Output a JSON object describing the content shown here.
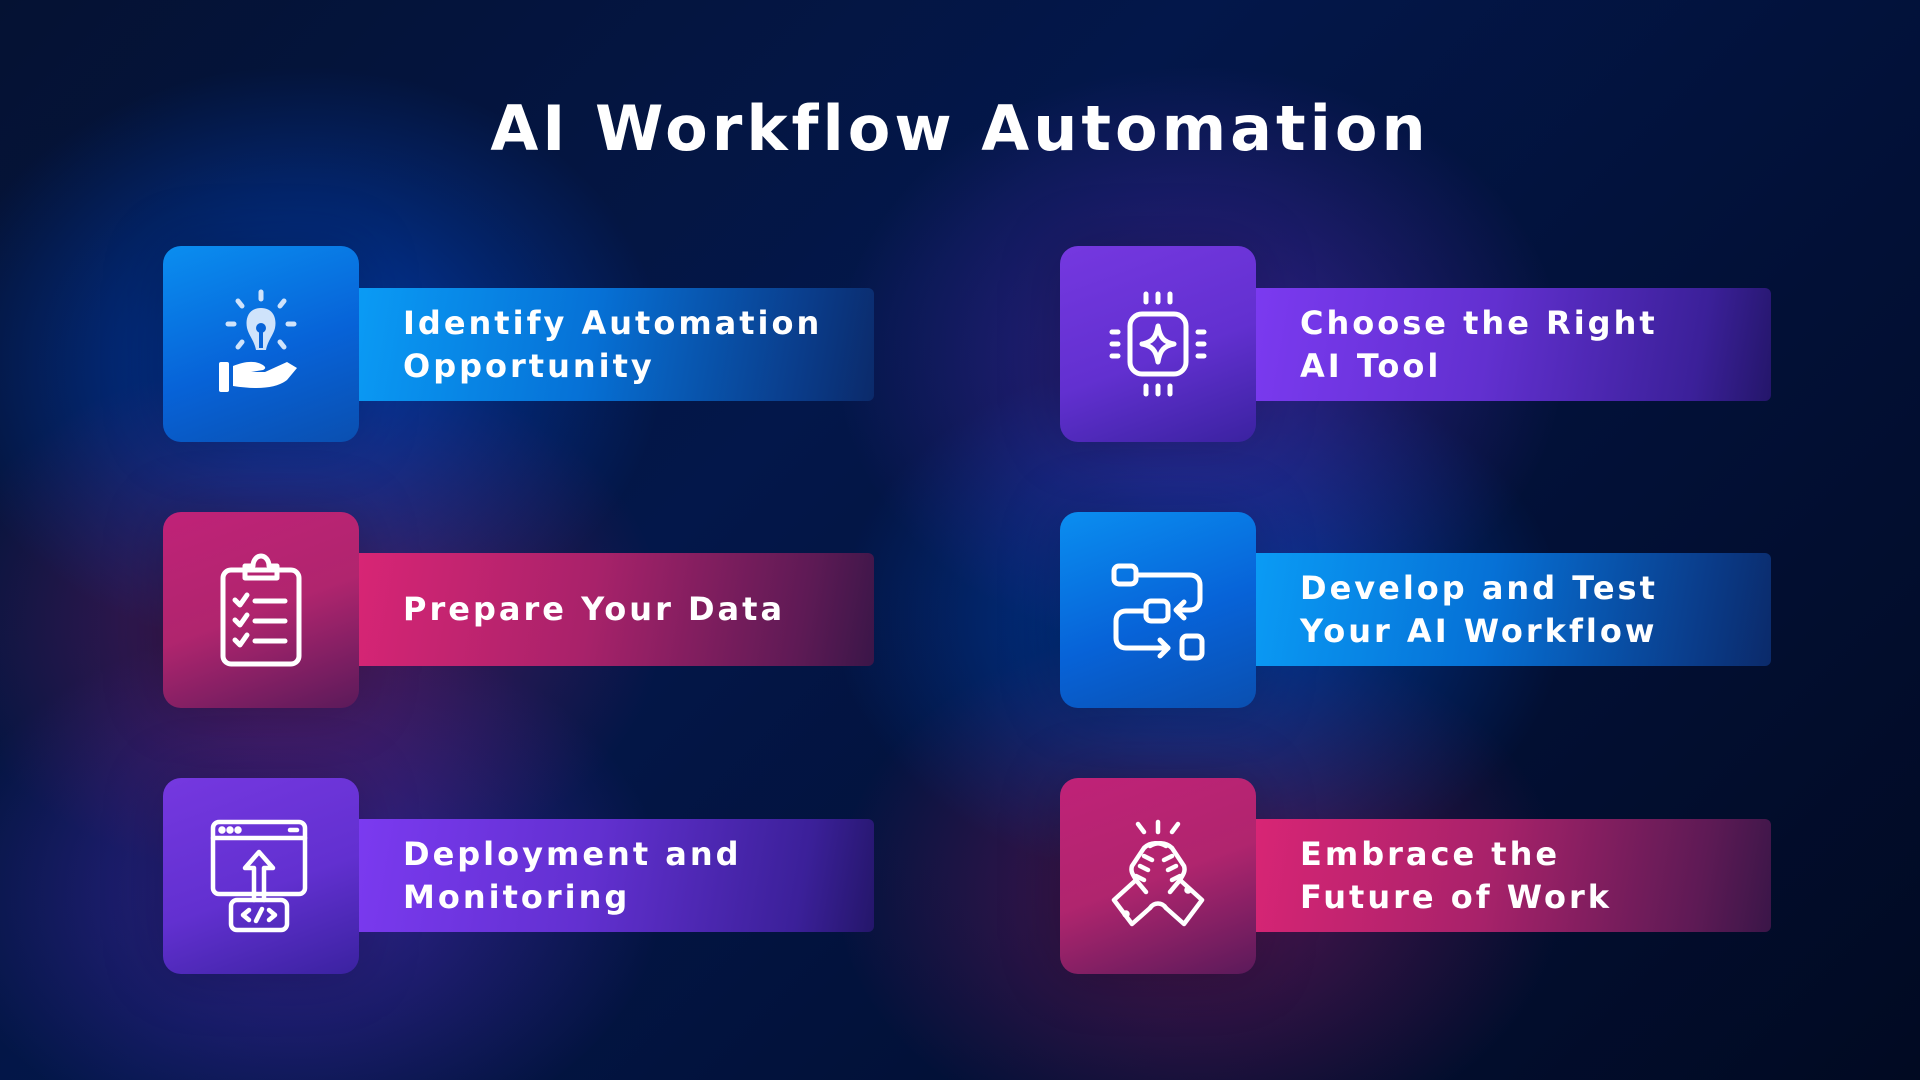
{
  "title": "AI Workflow Automation",
  "colors": {
    "background": "#03102e",
    "blue": "#0a8ef0",
    "purple": "#7538e0",
    "pink": "#d82575",
    "text": "#ffffff"
  },
  "steps": [
    {
      "label": "Identify Automation\nOpportunity",
      "icon": "lightbulb-hand-icon",
      "color": "blue"
    },
    {
      "label": "Choose the Right\nAI Tool",
      "icon": "ai-chip-icon",
      "color": "purple"
    },
    {
      "label": "Prepare Your Data",
      "icon": "clipboard-checklist-icon",
      "color": "pink"
    },
    {
      "label": "Develop and Test\nYour AI Workflow",
      "icon": "workflow-icon",
      "color": "blue"
    },
    {
      "label": "Deployment and\nMonitoring",
      "icon": "deploy-window-icon",
      "color": "purple"
    },
    {
      "label": "Embrace the\nFuture of Work",
      "icon": "handshake-icon",
      "color": "pink"
    }
  ]
}
